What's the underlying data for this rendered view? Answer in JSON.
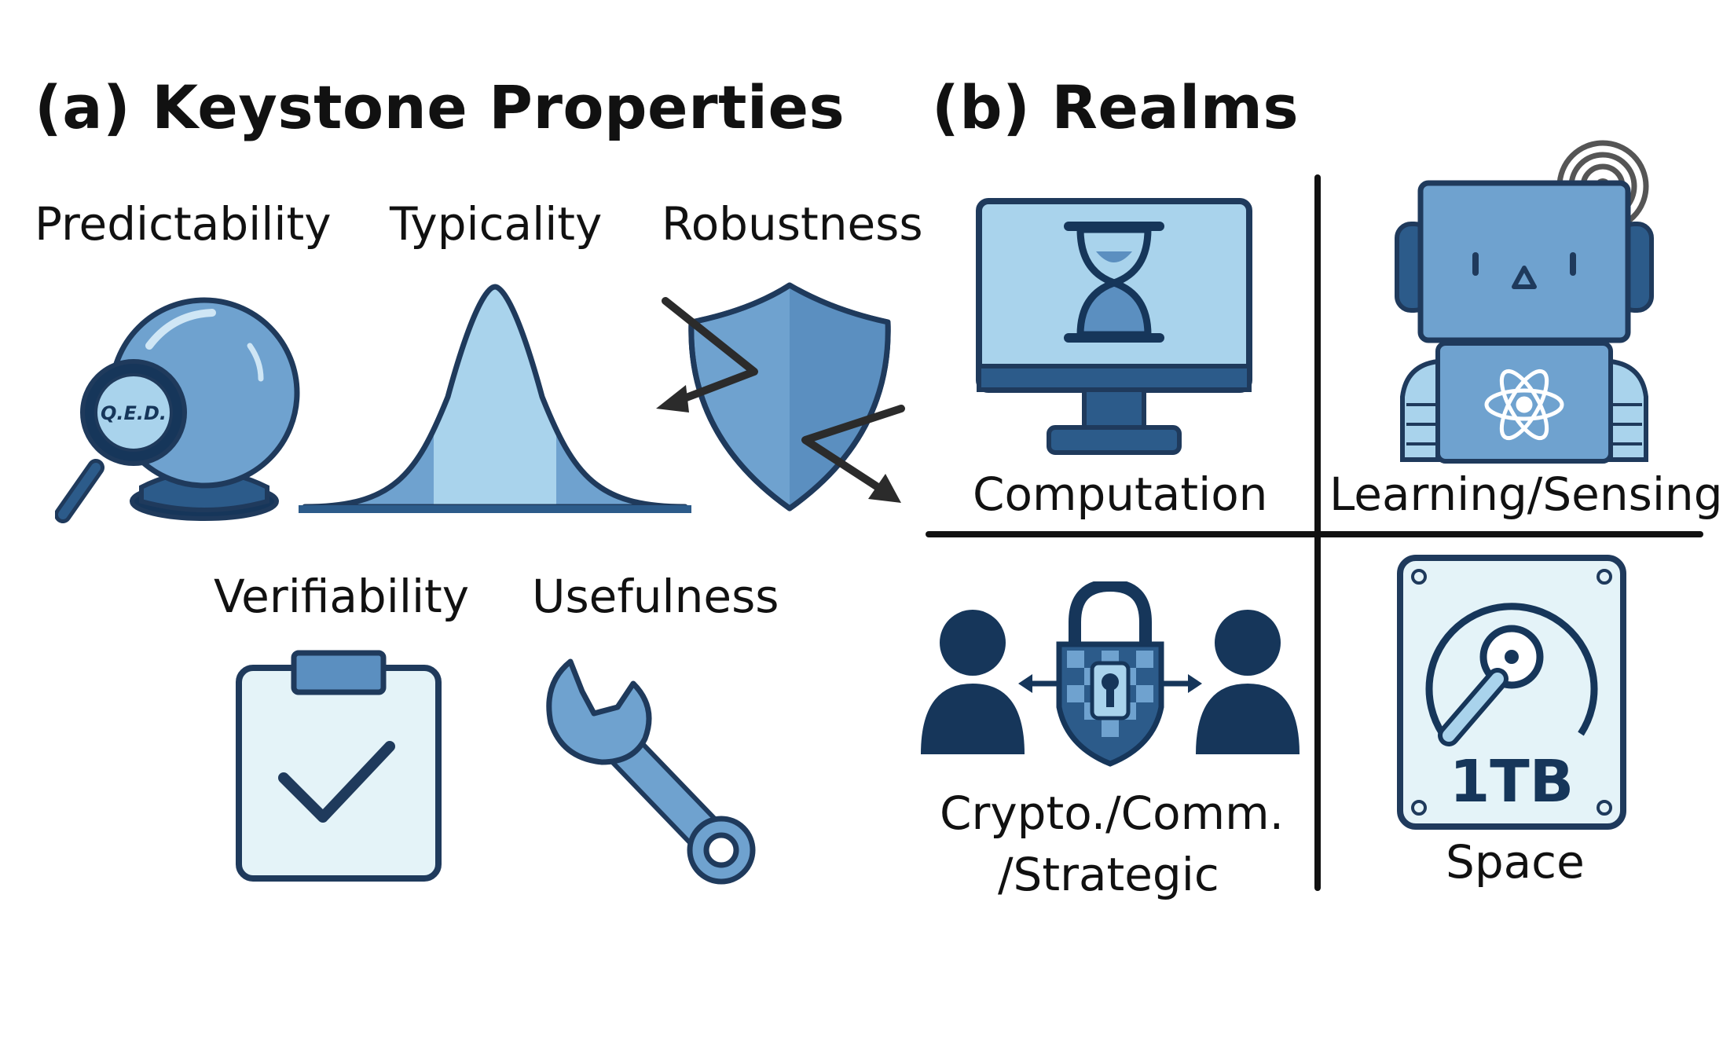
{
  "panel_a": {
    "title": "(a) Keystone Properties",
    "properties": [
      {
        "label": "Predictability",
        "icon": "crystal-ball-magnifier-icon",
        "magnifier_text": "Q.E.D."
      },
      {
        "label": "Typicality",
        "icon": "bell-curve-icon"
      },
      {
        "label": "Robustness",
        "icon": "shield-deflect-icon"
      },
      {
        "label": "Verifiability",
        "icon": "clipboard-check-icon"
      },
      {
        "label": "Usefulness",
        "icon": "wrench-icon"
      }
    ]
  },
  "panel_b": {
    "title": "(b) Realms",
    "realms": [
      {
        "label": "Computation",
        "icon": "monitor-hourglass-icon"
      },
      {
        "label": "Learning/Sensing",
        "icon": "robot-sensor-icon"
      },
      {
        "label_line1": "Crypto./Comm.",
        "label_line2": "/Strategic",
        "icon": "users-lock-icon"
      },
      {
        "label": "Space",
        "icon": "hard-drive-icon",
        "capacity": "1TB"
      }
    ]
  },
  "colors": {
    "outline": "#1f3a5c",
    "dark_navy": "#16365a",
    "mid_blue": "#6fa2cf",
    "light_blue": "#a9d3ec",
    "pale_blue": "#e4f3f8",
    "line": "#111111"
  }
}
